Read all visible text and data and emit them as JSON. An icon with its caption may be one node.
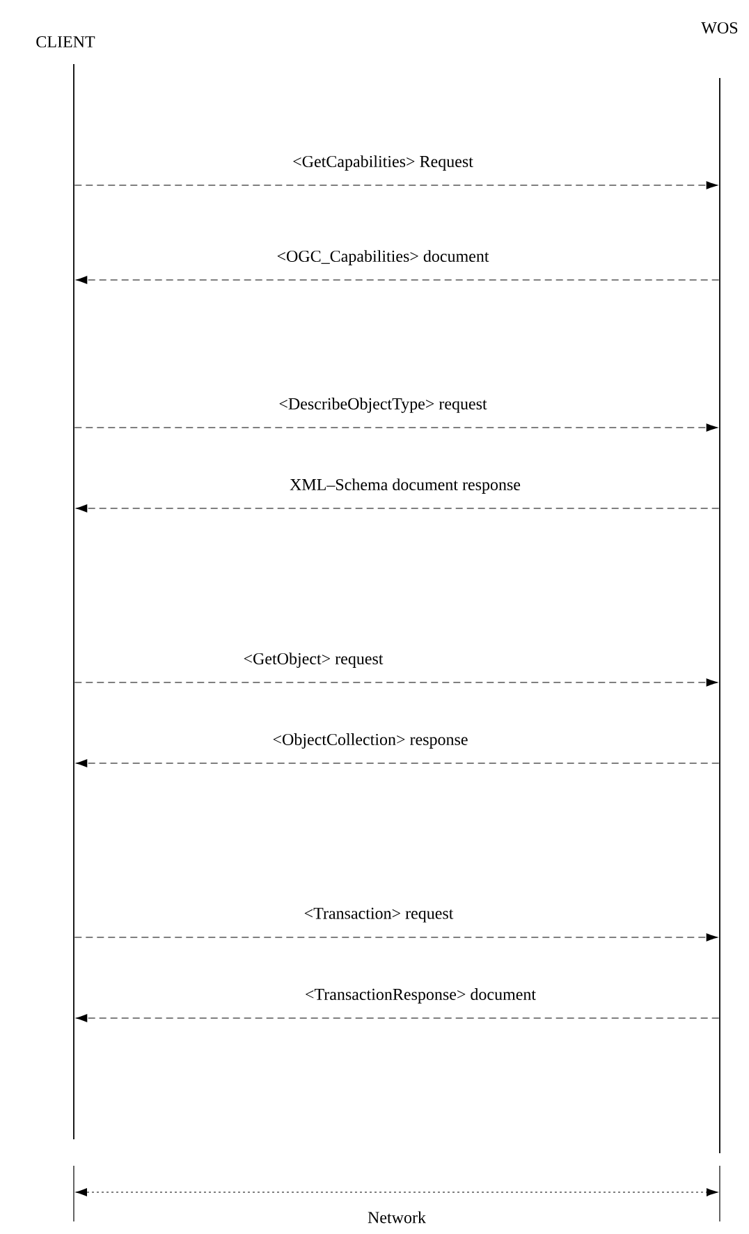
{
  "diagram": {
    "nodes": [
      {
        "text": [
          "CLIENT"
        ]
      },
      {
        "text": [
          "WOS"
        ]
      },
      {
        "text": [],
        "shape": "bar"
      },
      {
        "text": [],
        "shape": "bar"
      }
    ],
    "edges": [
      {
        "from": 2,
        "to": 3,
        "arrow": "to",
        "style": "dashed",
        "label": "<GetCapabilities> Request"
      },
      {
        "from": 3,
        "to": 2,
        "arrow": "to",
        "style": "dashed",
        "label": "<OGC_Capabilities> document"
      },
      {
        "from": 2,
        "to": 3,
        "arrow": "to",
        "style": "dashed",
        "label": "<DescribeObjectType> request"
      },
      {
        "from": 3,
        "to": 2,
        "arrow": "to",
        "style": "dashed",
        "label": "XML–Schema document response"
      },
      {
        "from": 2,
        "to": 3,
        "arrow": "to",
        "style": "dashed",
        "label": "<GetObject> request"
      },
      {
        "from": 3,
        "to": 2,
        "arrow": "to",
        "style": "dashed",
        "label": "<ObjectCollection> response"
      },
      {
        "from": 2,
        "to": 3,
        "arrow": "to",
        "style": "dashed",
        "label": "<Transaction> request"
      },
      {
        "from": 3,
        "to": 2,
        "arrow": "to",
        "style": "dashed",
        "label": "<TransactionResponse> document"
      }
    ],
    "labels": [
      "Network"
    ]
  }
}
